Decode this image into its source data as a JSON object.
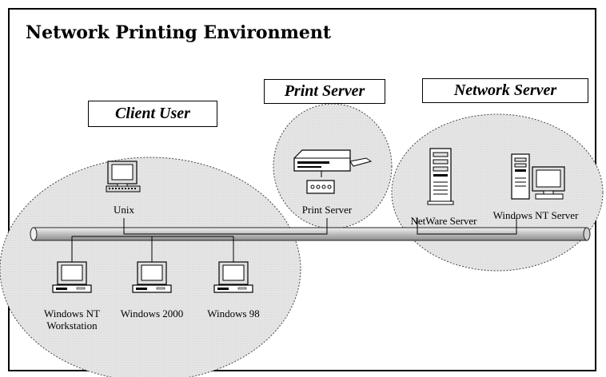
{
  "title": "Network Printing Environment",
  "groups": {
    "client_user": "Client User",
    "print_server": "Print Server",
    "network_server": "Network Server"
  },
  "nodes": {
    "unix": "Unix",
    "print_server": "Print Server",
    "netware_server": "NetWare Server",
    "windows_nt_server": "Windows NT Server",
    "windows_nt_workstation": "Windows NT Workstation",
    "windows_2000": "Windows 2000",
    "windows_98": "Windows 98"
  }
}
